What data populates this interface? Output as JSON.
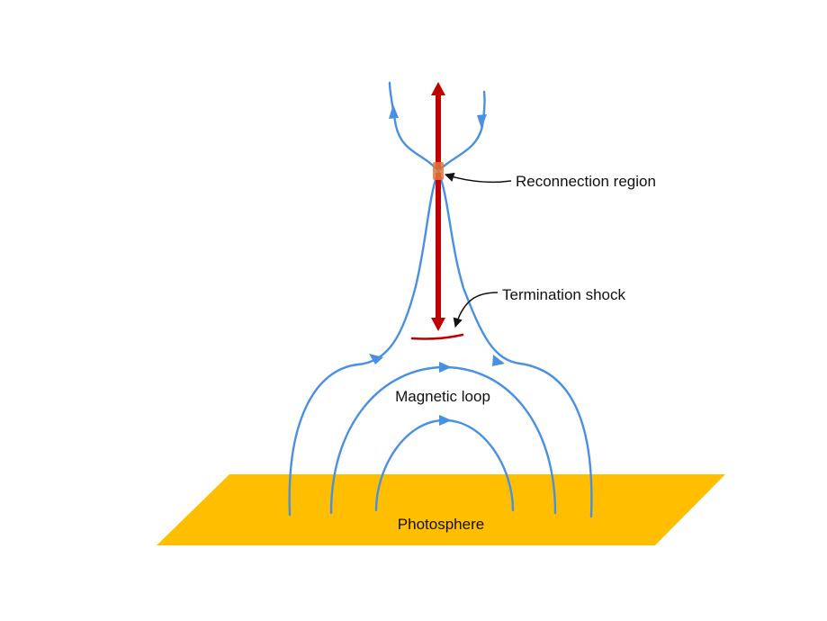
{
  "labels": {
    "reconnection": "Reconnection region",
    "termination": "Termination shock",
    "loop": "Magnetic loop",
    "photosphere": "Photosphere"
  },
  "colors": {
    "field_line": "#4a90e2",
    "outflow_arrow": "#c00000",
    "photosphere": "#ffbf00",
    "reconnection_marker": "#e0783a",
    "pointer": "#111111"
  }
}
